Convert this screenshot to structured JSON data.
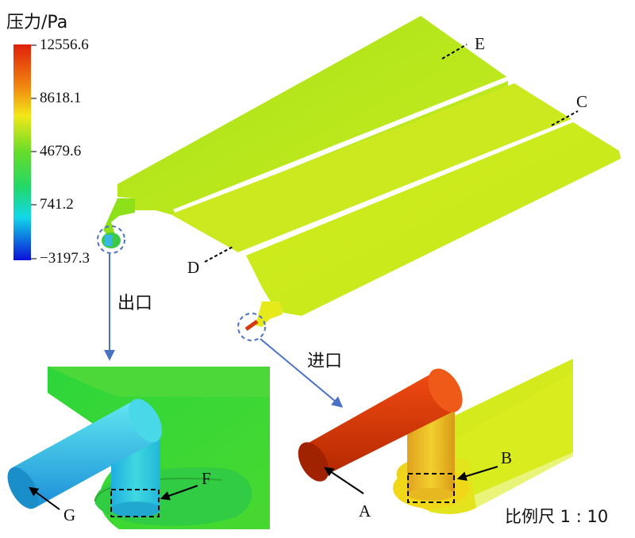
{
  "legend": {
    "title": "压力/Pa",
    "ticks": [
      "12556.6",
      "8618.1",
      "4679.6",
      "741.2",
      "−3197.3"
    ]
  },
  "labels": {
    "outlet": "出口",
    "inlet": "进口",
    "A": "A",
    "B": "B",
    "C": "C",
    "D": "D",
    "E": "E",
    "F": "F",
    "G": "G",
    "scale": "比例尺 1 : 10"
  },
  "colors": {
    "high": "#d42a00",
    "upper": "#f0e800",
    "mid": "#3ad838",
    "low": "#18e8e8",
    "min": "#0a14d8",
    "plate": "#c2ea1c",
    "callout_line": "#4a72c4"
  }
}
